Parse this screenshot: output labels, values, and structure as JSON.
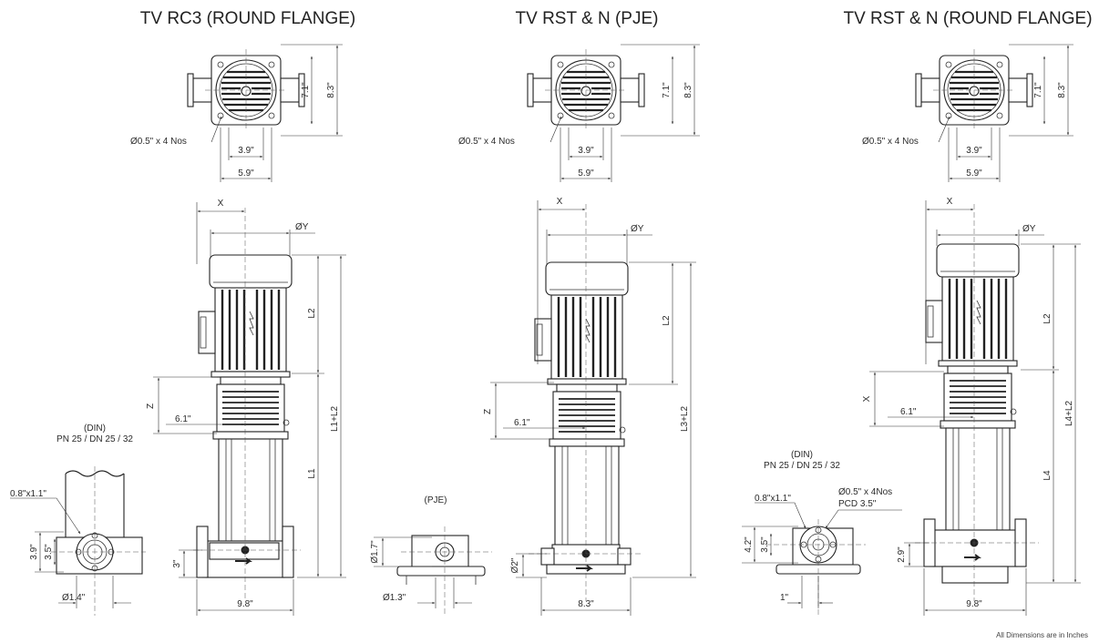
{
  "drawings": [
    {
      "title": "TV RC3 (ROUND FLANGE)",
      "top_view": {
        "hole_label": "Ø0.5\" x 4 Nos",
        "inner_width": "3.9\"",
        "outer_width": "5.9\"",
        "inner_height": "7.1\"",
        "outer_height": "8.3\""
      },
      "side_view": {
        "x": "X",
        "dia_y": "ØY",
        "l2": "L2",
        "total": "L1+L2",
        "lower": "L1",
        "z": "Z",
        "flange_offset": "6.1\"",
        "base_height": "3\"",
        "base_width": "9.8\""
      },
      "flange_detail": {
        "standard": "(DIN)",
        "rating": "PN 25 / DN 25 / 32",
        "slot": "0.8\"x1.1\"",
        "h_outer": "3.9\"",
        "h_inner": "3.5\"",
        "diameter": "Ø1.4\""
      }
    },
    {
      "title": "TV RST & N (PJE)",
      "top_view": {
        "hole_label": "Ø0.5\" x 4 Nos",
        "inner_width": "3.9\"",
        "outer_width": "5.9\"",
        "inner_height": "7.1\"",
        "outer_height": "8.3\""
      },
      "side_view": {
        "x": "X",
        "dia_y": "ØY",
        "l2": "L2",
        "total": "L3+L2",
        "z": "Z",
        "flange_offset": "6.1\"",
        "base_height": "Ø2\"",
        "base_width": "8.3\""
      },
      "flange_detail": {
        "standard": "(PJE)",
        "dia_outer": "Ø1.7\"",
        "diameter": "Ø1.3\""
      }
    },
    {
      "title": "TV RST & N (ROUND FLANGE)",
      "top_view": {
        "hole_label": "Ø0.5\" x 4 Nos",
        "inner_width": "3.9\"",
        "outer_width": "5.9\"",
        "inner_height": "7.1\"",
        "outer_height": "8.3\""
      },
      "side_view": {
        "x": "X",
        "dia_y": "ØY",
        "l2": "L2",
        "total": "L4+L2",
        "lower": "L4",
        "z": "X",
        "flange_offset": "6.1\"",
        "base_height": "2.9\"",
        "base_width": "9.8\""
      },
      "flange_detail": {
        "standard": "(DIN)",
        "rating": "PN 25 / DN 25 / 32",
        "slot": "0.8\"x1.1\"",
        "bolts": "Ø0.5\" x 4Nos",
        "pcd": "PCD 3.5\"",
        "h_outer": "4.2\"",
        "h_inner": "3.5\"",
        "offset": "1\""
      }
    }
  ],
  "footnote": "All Dimensions are in Inches"
}
